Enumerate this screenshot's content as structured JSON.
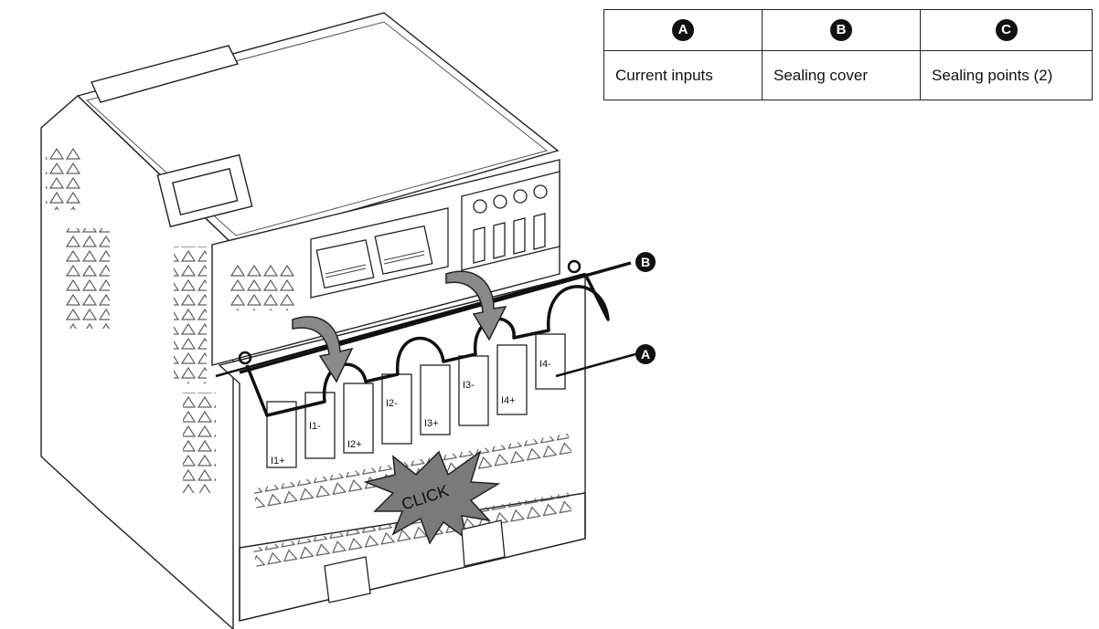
{
  "legend": {
    "columns": [
      {
        "key": "A",
        "description": "Current inputs"
      },
      {
        "key": "B",
        "description": "Sealing cover"
      },
      {
        "key": "C",
        "description": "Sealing points (2)"
      }
    ]
  },
  "callouts": {
    "a": "A",
    "b": "B"
  },
  "terminals": [
    "I1+",
    "I1-",
    "I2+",
    "I2-",
    "I3+",
    "I3-",
    "I4+",
    "I4-"
  ],
  "burst_text": "CLICK",
  "colors": {
    "line": "#111111",
    "arrow_fill": "#8a8a8a",
    "burst_fill": "#7a7a7a",
    "badge": "#111111"
  }
}
